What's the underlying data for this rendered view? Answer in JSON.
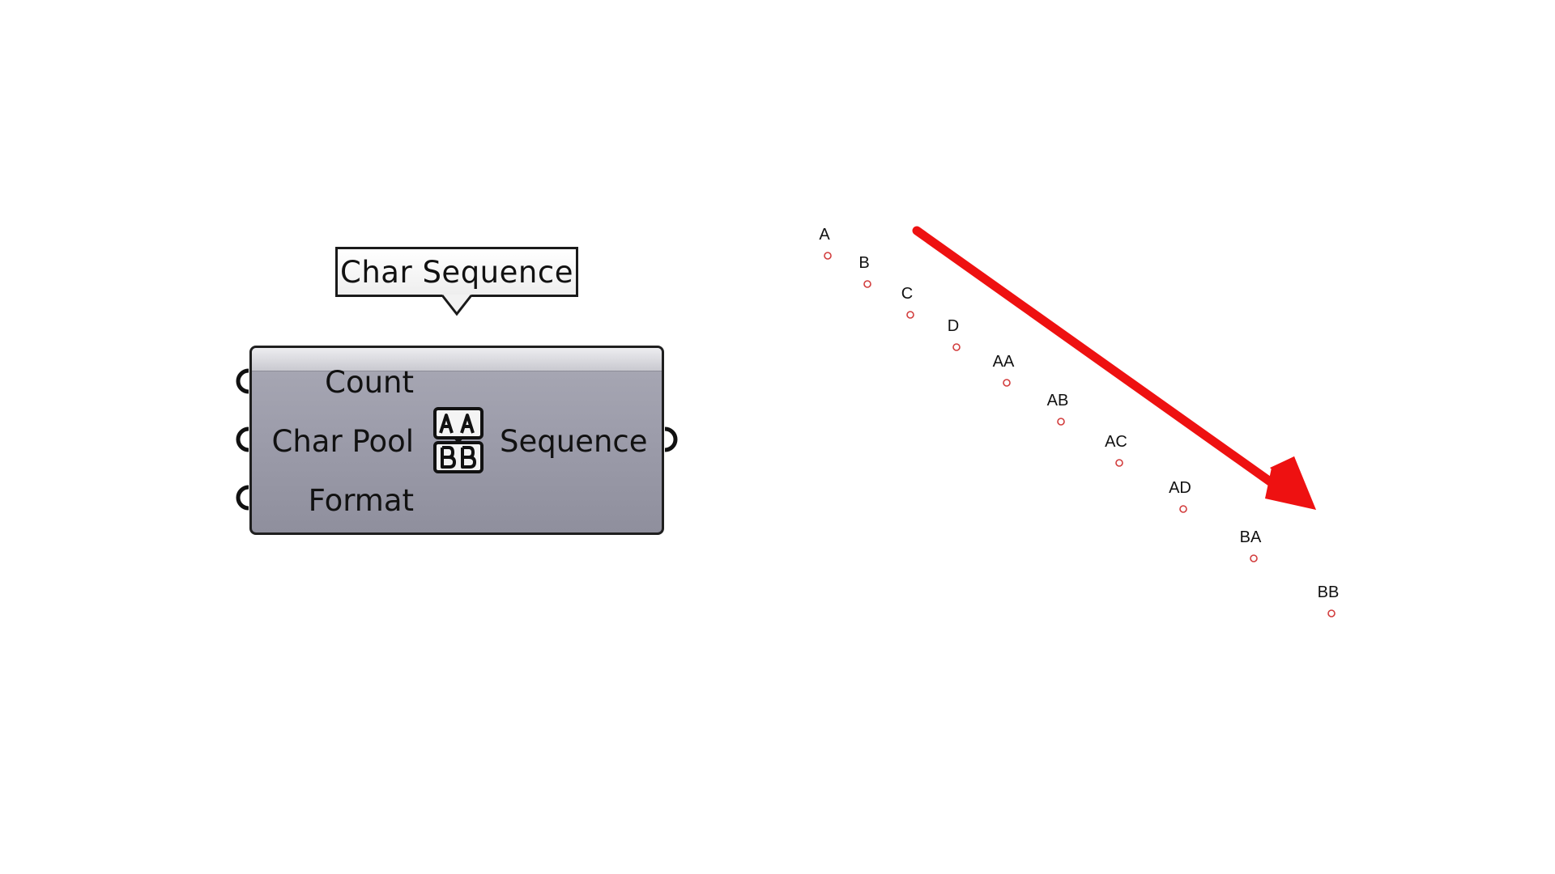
{
  "tooltip": {
    "text": "Char Sequence"
  },
  "component": {
    "name": "Char Sequence",
    "icon": "aa-bb-char-sequence-icon",
    "inputs": [
      {
        "label": "Count"
      },
      {
        "label": "Char Pool"
      },
      {
        "label": "Format"
      }
    ],
    "outputs": [
      {
        "label": "Sequence"
      }
    ],
    "colors": {
      "body": "#9d9dab",
      "header": "#e4e4e8",
      "border": "#1f1f1f"
    }
  },
  "preview": {
    "point_color": "#d23c3c",
    "arrow_color": "#ee1111",
    "labels": [
      "A",
      "B",
      "C",
      "D",
      "AA",
      "AB",
      "AC",
      "AD",
      "BA",
      "BB"
    ]
  }
}
